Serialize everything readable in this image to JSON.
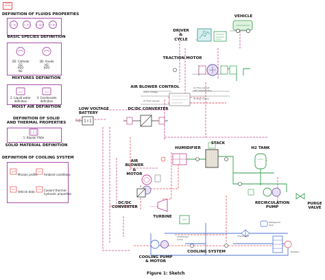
{
  "corner_button": {
    "text": "SAVE\nFIGURE"
  },
  "left_panel": {
    "fluids_title": "DEFINITION OF FLUIDS PROPERTIES",
    "species": [
      {
        "icon": "1: H2"
      },
      {
        "icon": "2: O2"
      },
      {
        "icon": "3: H2O"
      },
      {
        "icon": "4: N2"
      }
    ],
    "species_title": "BASIC SPECIES DEFINITION",
    "mixture_items": [
      {
        "label": "2D: Cathode\nO2\nH2O\nN2"
      },
      {
        "label": "3D: Anode\nH2\nH2O"
      }
    ],
    "mixtures_title": "MIXTURES DEFINITION",
    "moist_items": [
      {
        "label": "2: Liquid water\ndefinition"
      },
      {
        "label": "3: Condensate\ndefinition"
      }
    ],
    "moist_title": "MOIST AIR DEFINITION",
    "solid_heading": "DEFINITION OF SOLID\nAND THERMAL PROPERTIES",
    "solid_item": "1: Bipolar Plate",
    "solid_title": "SOLID MATERIAL DEFINITION",
    "cooling_heading": "DEFINITION OF COOLING SYSTEM",
    "cooling_items": [
      {
        "label": "Mission profile"
      },
      {
        "label": "Ambient conditions"
      },
      {
        "label": "Vehicle data"
      },
      {
        "label": "Coolant thermal-\nhydraulic properties"
      }
    ]
  },
  "diagram": {
    "vehicle": "VEHICLE",
    "driver": "DRIVER\n&\nCYCLE",
    "traction_motor": "TRACTION MOTOR",
    "air_blower_control": "AIR BLOWER CONTROL",
    "low_voltage_battery": "LOW VOLTAGE\nBATTERY",
    "dcdc_top": "DC/DC CONVERTER",
    "air_blower_motor": "AIR\nBLOWER\n&\nMOTOR",
    "humidifier": "HUMIDIFIER",
    "stack": "STACK",
    "h2_tank": "H2 TANK",
    "dcdc_left": "DC/DC\nCONVERTER",
    "turbine": "TURBINE",
    "recirculation_pump": "RECIRCULATION\nPUMP",
    "purge_valve": "PURGE\nVALVE",
    "cooling_system": "COOLING SYSTEM",
    "cooling_pump_motor": "COOLING PUMP\n& MOTOR",
    "small_texts": [
      "Motor voltage",
      "Air flow request\nwith detailed flow",
      "Air flow control",
      "Air flow request",
      "Centrifugal\npump",
      "Thermostat",
      "Radiator",
      "Refrigerant\ntank"
    ]
  },
  "caption": "Figure 1: Sketch",
  "colors": {
    "purple_frame": "#a64ca6",
    "pipe_magenta": "#c2408f",
    "pipe_red": "#e04848",
    "pipe_green": "#2e9a4a",
    "pipe_blue": "#4a6fd0",
    "signal_gray": "#777777"
  }
}
